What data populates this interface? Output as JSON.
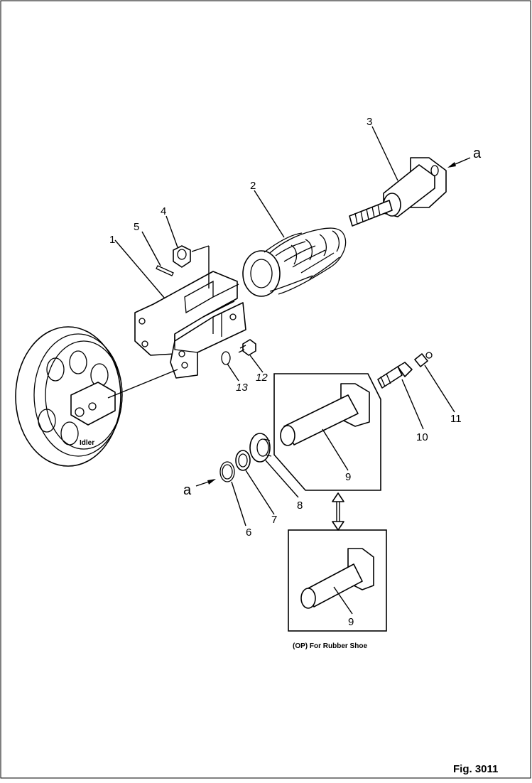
{
  "figure": {
    "number": "Fig. 3011",
    "option_caption": "(OP) For Rubber Shoe",
    "idler_label": "Idler",
    "view_marker": "a"
  },
  "callouts": [
    "1",
    "2",
    "3",
    "4",
    "5",
    "6",
    "7",
    "8",
    "9",
    "9",
    "10",
    "11",
    "12",
    "13"
  ]
}
